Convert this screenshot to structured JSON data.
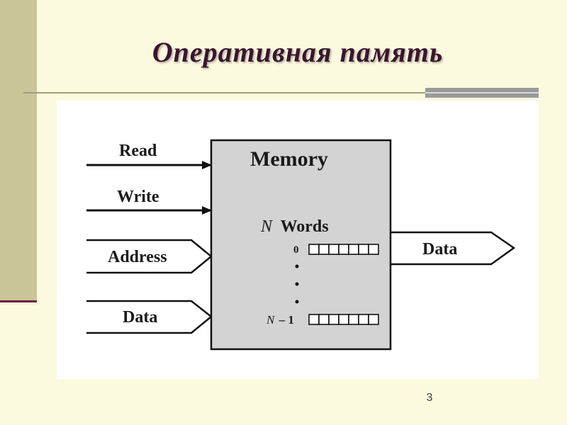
{
  "slide": {
    "title": "Оперативная память",
    "page_number": "3"
  },
  "diagram": {
    "block_title": "Memory",
    "words_n": "N",
    "words_label": "Words",
    "first_row_index": "0",
    "last_row_index_n": "N",
    "last_row_index_suffix": "– 1",
    "row_cells": 7,
    "inputs": {
      "read": "Read",
      "write": "Write",
      "address": "Address",
      "data_in": "Data"
    },
    "outputs": {
      "data_out": "Data"
    }
  },
  "colors": {
    "background": "#fbf9de",
    "title": "#3b1530",
    "memory_block": "#d3d3d3",
    "left_bar": "#c9c596"
  }
}
